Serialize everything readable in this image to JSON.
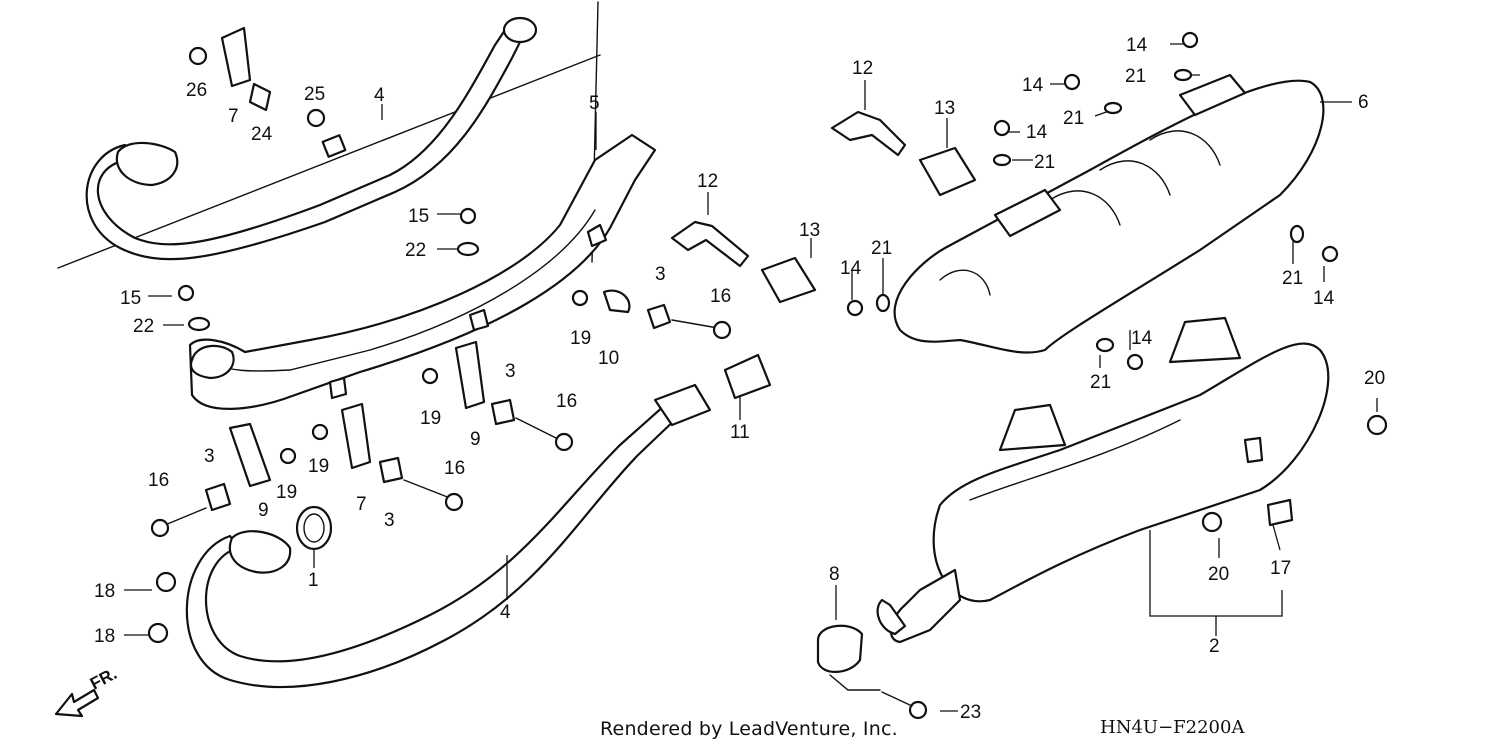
{
  "diagram": {
    "footer_credit": "Rendered by LeadVenture, Inc.",
    "diagram_code": "HN4U−F2200A",
    "direction_label": "FR.",
    "callouts": [
      {
        "id": "1",
        "label": "1"
      },
      {
        "id": "2",
        "label": "2"
      },
      {
        "id": "3",
        "label": "3"
      },
      {
        "id": "4",
        "label": "4"
      },
      {
        "id": "5",
        "label": "5"
      },
      {
        "id": "6",
        "label": "6"
      },
      {
        "id": "7",
        "label": "7"
      },
      {
        "id": "8",
        "label": "8"
      },
      {
        "id": "9",
        "label": "9"
      },
      {
        "id": "10",
        "label": "10"
      },
      {
        "id": "11",
        "label": "11"
      },
      {
        "id": "12",
        "label": "12"
      },
      {
        "id": "13",
        "label": "13"
      },
      {
        "id": "14",
        "label": "14"
      },
      {
        "id": "15",
        "label": "15"
      },
      {
        "id": "16",
        "label": "16"
      },
      {
        "id": "17",
        "label": "17"
      },
      {
        "id": "18",
        "label": "18"
      },
      {
        "id": "19",
        "label": "19"
      },
      {
        "id": "20",
        "label": "20"
      },
      {
        "id": "21",
        "label": "21"
      },
      {
        "id": "22",
        "label": "22"
      },
      {
        "id": "23",
        "label": "23"
      },
      {
        "id": "24",
        "label": "24"
      },
      {
        "id": "25",
        "label": "25"
      },
      {
        "id": "26",
        "label": "26"
      }
    ]
  }
}
